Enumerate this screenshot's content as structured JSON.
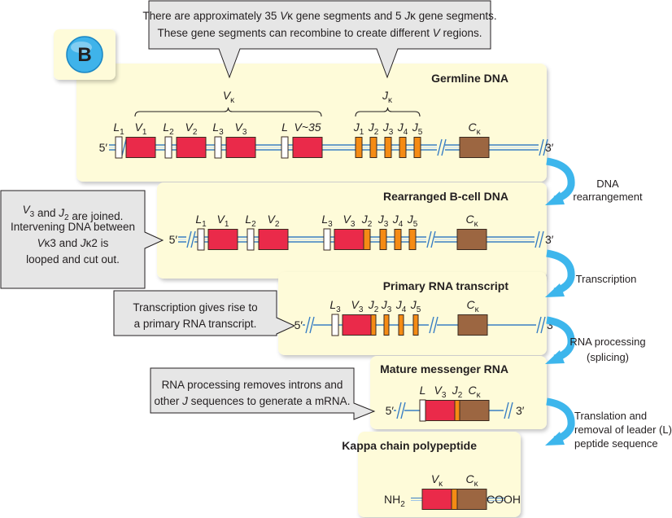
{
  "badge": {
    "letter": "B",
    "color": "#3fb3ea"
  },
  "colors": {
    "panel_fill": "#fefbd9",
    "callout_fill": "#e6e6e6",
    "v_segment": "#ea2a4a",
    "j_segment": "#f58b14",
    "c_segment": "#9c6641",
    "leader": "#ffffff",
    "dna_line": "#3a7fc4",
    "arrow": "#3db6ec"
  },
  "top_callout": {
    "line1": "There are approximately 35 Vκ gene segments and 5 Jκ gene segments.",
    "line2": "These gene segments can recombine to create different V regions."
  },
  "panels": [
    {
      "id": "germline",
      "title": "Germline DNA",
      "brace_labels": [
        {
          "main": "V",
          "sub": "κ"
        },
        {
          "main": "J",
          "sub": "κ"
        }
      ],
      "end5": "5′",
      "end3": "3′",
      "segments": [
        {
          "type": "leader",
          "main": "L",
          "sub": "1"
        },
        {
          "type": "v",
          "main": "V",
          "sub": "1"
        },
        {
          "type": "leader",
          "main": "L",
          "sub": "2"
        },
        {
          "type": "v",
          "main": "V",
          "sub": "2"
        },
        {
          "type": "leader",
          "main": "L",
          "sub": "3"
        },
        {
          "type": "v",
          "main": "V",
          "sub": "3"
        },
        {
          "type": "leader",
          "main": "L",
          "sub": ""
        },
        {
          "type": "v",
          "main": "V~35",
          "sub": ""
        },
        {
          "type": "j",
          "main": "J",
          "sub": "1"
        },
        {
          "type": "j",
          "main": "J",
          "sub": "2"
        },
        {
          "type": "j",
          "main": "J",
          "sub": "3"
        },
        {
          "type": "j",
          "main": "J",
          "sub": "4"
        },
        {
          "type": "j",
          "main": "J",
          "sub": "5"
        },
        {
          "type": "c",
          "main": "C",
          "sub": "κ"
        }
      ]
    },
    {
      "id": "rearranged",
      "title": "Rearranged B-cell DNA",
      "end5": "5′",
      "end3": "3′",
      "segments": [
        {
          "type": "leader",
          "main": "L",
          "sub": "1"
        },
        {
          "type": "v",
          "main": "V",
          "sub": "1"
        },
        {
          "type": "leader",
          "main": "L",
          "sub": "2"
        },
        {
          "type": "v",
          "main": "V",
          "sub": "2"
        },
        {
          "type": "leader",
          "main": "L",
          "sub": "3"
        },
        {
          "type": "v",
          "main": "V",
          "sub": "3"
        },
        {
          "type": "j",
          "main": "J",
          "sub": "2"
        },
        {
          "type": "j",
          "main": "J",
          "sub": "3"
        },
        {
          "type": "j",
          "main": "J",
          "sub": "4"
        },
        {
          "type": "j",
          "main": "J",
          "sub": "5"
        },
        {
          "type": "c",
          "main": "C",
          "sub": "κ"
        }
      ]
    },
    {
      "id": "primary-rna",
      "title": "Primary RNA transcript",
      "end5": "5′",
      "end3": "3′",
      "segments": [
        {
          "type": "leader",
          "main": "L",
          "sub": "3"
        },
        {
          "type": "v",
          "main": "V",
          "sub": "3"
        },
        {
          "type": "j",
          "main": "J",
          "sub": "2"
        },
        {
          "type": "j",
          "main": "J",
          "sub": "3"
        },
        {
          "type": "j",
          "main": "J",
          "sub": "4"
        },
        {
          "type": "j",
          "main": "J",
          "sub": "5"
        },
        {
          "type": "c",
          "main": "C",
          "sub": "κ"
        }
      ]
    },
    {
      "id": "mature-mrna",
      "title": "Mature messenger RNA",
      "end5": "5′",
      "end3": "3′",
      "segments": [
        {
          "type": "leader",
          "main": "L",
          "sub": ""
        },
        {
          "type": "v",
          "main": "V",
          "sub": "3"
        },
        {
          "type": "j",
          "main": "J",
          "sub": "2"
        },
        {
          "type": "c",
          "main": "C",
          "sub": "κ"
        }
      ]
    },
    {
      "id": "kappa-polypeptide",
      "title": "Kappa chain polypeptide",
      "end5": "NH",
      "end5_sub": "2",
      "end3": "COOH",
      "segments": [
        {
          "type": "v",
          "main": "V",
          "sub": "κ"
        },
        {
          "type": "j",
          "main": "",
          "sub": ""
        },
        {
          "type": "c",
          "main": "C",
          "sub": "κ"
        }
      ]
    }
  ],
  "callouts": [
    {
      "id": "rearranged-note",
      "lines": [
        "V3 and J2 are joined.",
        "Intervening DNA between",
        "Vκ3 and Jκ2 is",
        "looped and cut out."
      ]
    },
    {
      "id": "transcription-note",
      "lines": [
        "Transcription gives rise to",
        "a primary RNA transcript."
      ]
    },
    {
      "id": "processing-note",
      "lines": [
        "RNA processing removes introns and",
        "other J sequences to generate a mRNA."
      ]
    }
  ],
  "steps": [
    {
      "id": "dna-rearrangement",
      "lines": [
        "DNA",
        "rearrangement"
      ]
    },
    {
      "id": "transcription",
      "lines": [
        "Transcription"
      ]
    },
    {
      "id": "rna-processing",
      "lines": [
        "RNA processing",
        "(splicing)"
      ]
    },
    {
      "id": "translation",
      "lines": [
        "Translation and",
        "removal of leader (L)",
        "peptide sequence"
      ]
    }
  ]
}
